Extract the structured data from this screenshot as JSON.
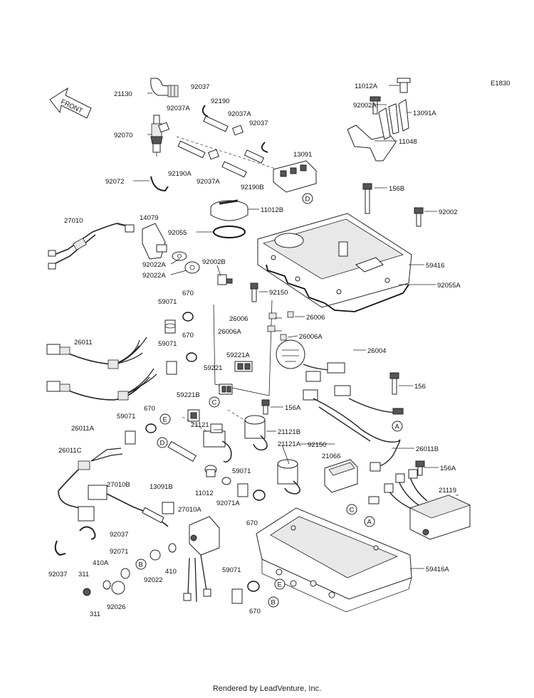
{
  "diagram_code": "E1830",
  "front_label": "FRONT",
  "footer": "Rendered by LeadVenture, Inc.",
  "callouts": [
    "A",
    "B",
    "C",
    "D",
    "E"
  ],
  "labels": [
    {
      "id": "l-21130",
      "text": "21130"
    },
    {
      "id": "l-92037-a",
      "text": "92037"
    },
    {
      "id": "l-92190-a",
      "text": "92190"
    },
    {
      "id": "l-92037a-a",
      "text": "92037A"
    },
    {
      "id": "l-92037a-b",
      "text": "92037A"
    },
    {
      "id": "l-92037-b",
      "text": "92037"
    },
    {
      "id": "l-92070",
      "text": "92070"
    },
    {
      "id": "l-92190a",
      "text": "92190A"
    },
    {
      "id": "l-92037a-c",
      "text": "92037A"
    },
    {
      "id": "l-92190b",
      "text": "92190B"
    },
    {
      "id": "l-13091",
      "text": "13091"
    },
    {
      "id": "l-92072",
      "text": "92072"
    },
    {
      "id": "l-11012a",
      "text": "11012A"
    },
    {
      "id": "l-92002a",
      "text": "92002A"
    },
    {
      "id": "l-13091a",
      "text": "13091A"
    },
    {
      "id": "l-11048",
      "text": "11048"
    },
    {
      "id": "l-156b",
      "text": "156B"
    },
    {
      "id": "l-11012b",
      "text": "11012B"
    },
    {
      "id": "l-92002",
      "text": "92002"
    },
    {
      "id": "l-27010",
      "text": "27010"
    },
    {
      "id": "l-14079",
      "text": "14079"
    },
    {
      "id": "l-92055",
      "text": "92055"
    },
    {
      "id": "l-92022a-a",
      "text": "92022A"
    },
    {
      "id": "l-92022a-b",
      "text": "92022A"
    },
    {
      "id": "l-92002b",
      "text": "92002B"
    },
    {
      "id": "l-59416",
      "text": "59416"
    },
    {
      "id": "l-92055a",
      "text": "92055A"
    },
    {
      "id": "l-92150-a",
      "text": "92150"
    },
    {
      "id": "l-670-a",
      "text": "670"
    },
    {
      "id": "l-59071-a",
      "text": "59071"
    },
    {
      "id": "l-26006-a",
      "text": "26006"
    },
    {
      "id": "l-26006-b",
      "text": "26006"
    },
    {
      "id": "l-26006a-a",
      "text": "26006A"
    },
    {
      "id": "l-26006a-b",
      "text": "26006A"
    },
    {
      "id": "l-670-b",
      "text": "670"
    },
    {
      "id": "l-26011",
      "text": "26011"
    },
    {
      "id": "l-59071-b",
      "text": "59071"
    },
    {
      "id": "l-26004",
      "text": "26004"
    },
    {
      "id": "l-59221a",
      "text": "59221A"
    },
    {
      "id": "l-59221",
      "text": "59221"
    },
    {
      "id": "l-156",
      "text": "156"
    },
    {
      "id": "l-59221b",
      "text": "59221B"
    },
    {
      "id": "l-156a-a",
      "text": "156A"
    },
    {
      "id": "l-26011a",
      "text": "26011A"
    },
    {
      "id": "l-670-c",
      "text": "670"
    },
    {
      "id": "l-59071-c",
      "text": "59071"
    },
    {
      "id": "l-21121",
      "text": "21121"
    },
    {
      "id": "l-21121b",
      "text": "21121B"
    },
    {
      "id": "l-21121a",
      "text": "21121A"
    },
    {
      "id": "l-92150-b",
      "text": "92150"
    },
    {
      "id": "l-26011b",
      "text": "26011B"
    },
    {
      "id": "l-26011c",
      "text": "26011C"
    },
    {
      "id": "l-21066",
      "text": "21066"
    },
    {
      "id": "l-156a-b",
      "text": "156A"
    },
    {
      "id": "l-59071-d",
      "text": "59071"
    },
    {
      "id": "l-27010b",
      "text": "27010B"
    },
    {
      "id": "l-13091b",
      "text": "13091B"
    },
    {
      "id": "l-11012",
      "text": "11012"
    },
    {
      "id": "l-92071a",
      "text": "92071A"
    },
    {
      "id": "l-21119",
      "text": "21119"
    },
    {
      "id": "l-27010a",
      "text": "27010A"
    },
    {
      "id": "l-670-d",
      "text": "670"
    },
    {
      "id": "l-92037-c",
      "text": "92037"
    },
    {
      "id": "l-92071",
      "text": "92071"
    },
    {
      "id": "l-410a",
      "text": "410A"
    },
    {
      "id": "l-92022",
      "text": "92022"
    },
    {
      "id": "l-410",
      "text": "410"
    },
    {
      "id": "l-92037-d",
      "text": "92037"
    },
    {
      "id": "l-311-a",
      "text": "311"
    },
    {
      "id": "l-311-b",
      "text": "311"
    },
    {
      "id": "l-92026",
      "text": "92026"
    },
    {
      "id": "l-59071-e",
      "text": "59071"
    },
    {
      "id": "l-59416a",
      "text": "59416A"
    },
    {
      "id": "l-670-e",
      "text": "670"
    }
  ]
}
